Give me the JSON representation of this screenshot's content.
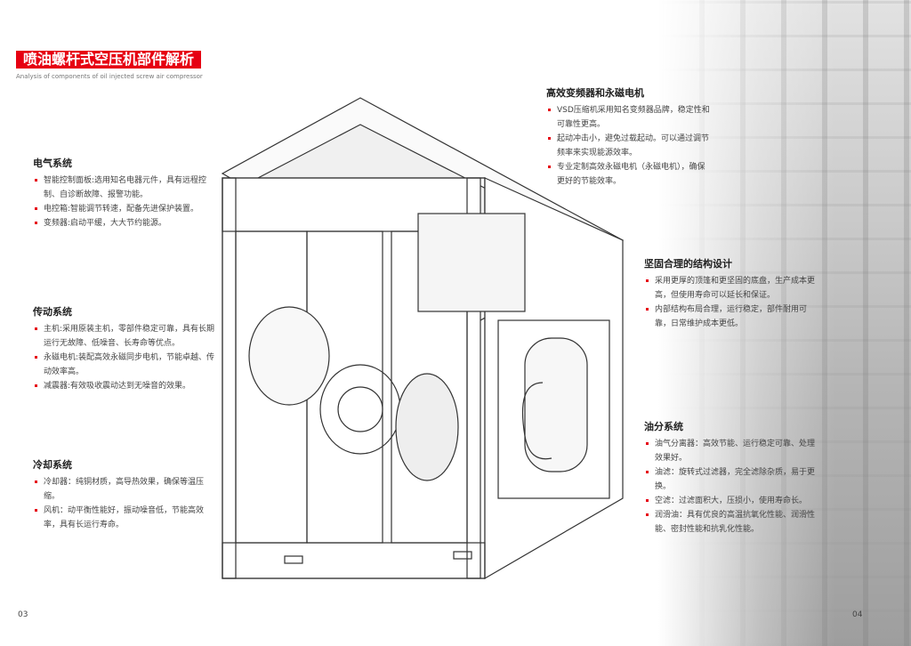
{
  "header": {
    "title": "喷油螺杆式空压机部件解析",
    "subtitle": "Analysis of components of oil injected screw air compressor"
  },
  "sections": {
    "electric": {
      "title": "电气系统",
      "items": [
        "智能控制面板:选用知名电器元件，具有远程控制、自诊断故障、报警功能。",
        "电控箱:智能调节转速，配备先进保护装置。",
        "变频器:启动平缓，大大节约能源。"
      ]
    },
    "drive": {
      "title": "传动系统",
      "items": [
        "主机:采用原装主机，零部件稳定可靠，具有长期运行无故障、低噪音、长寿命等优点。",
        "永磁电机:装配高效永磁同步电机，节能卓越、传动效率高。",
        "减震器:有效吸收震动达到无噪音的效果。"
      ]
    },
    "cooling": {
      "title": "冷却系统",
      "items": [
        "冷却器：纯铜材质，高导热效果，确保等温压缩。",
        "风机：动平衡性能好，振动噪音低，节能高效率，具有长运行寿命。"
      ]
    },
    "vsd": {
      "title": "高效变频器和永磁电机",
      "items": [
        "VSD压缩机采用知名变频器品牌，稳定性和可靠性更高。",
        "起动冲击小，避免过载起动。可以通过调节频率来实现能源效率。",
        "专业定制高效永磁电机（永磁电机），确保更好的节能效率。"
      ]
    },
    "structure": {
      "title": "坚固合理的结构设计",
      "items": [
        "采用更厚的顶篷和更坚固的底盘，生产成本更高，但使用寿命可以延长和保证。",
        "内部结构布局合理，运行稳定，部件耐用可靠，日常维护成本更低。"
      ]
    },
    "oil": {
      "title": "油分系统",
      "items": [
        "油气分离器：高效节能、运行稳定可靠、处理效果好。",
        "油滤：旋转式过滤器，完全滤除杂质，易于更换。",
        "空滤：过滤面积大，压损小，使用寿命长。",
        "润滑油：具有优良的高温抗氧化性能、润滑性能、密封性能和抗乳化性能。"
      ]
    }
  },
  "pages": {
    "left": "03",
    "right": "04"
  },
  "colors": {
    "accent": "#e60012"
  }
}
